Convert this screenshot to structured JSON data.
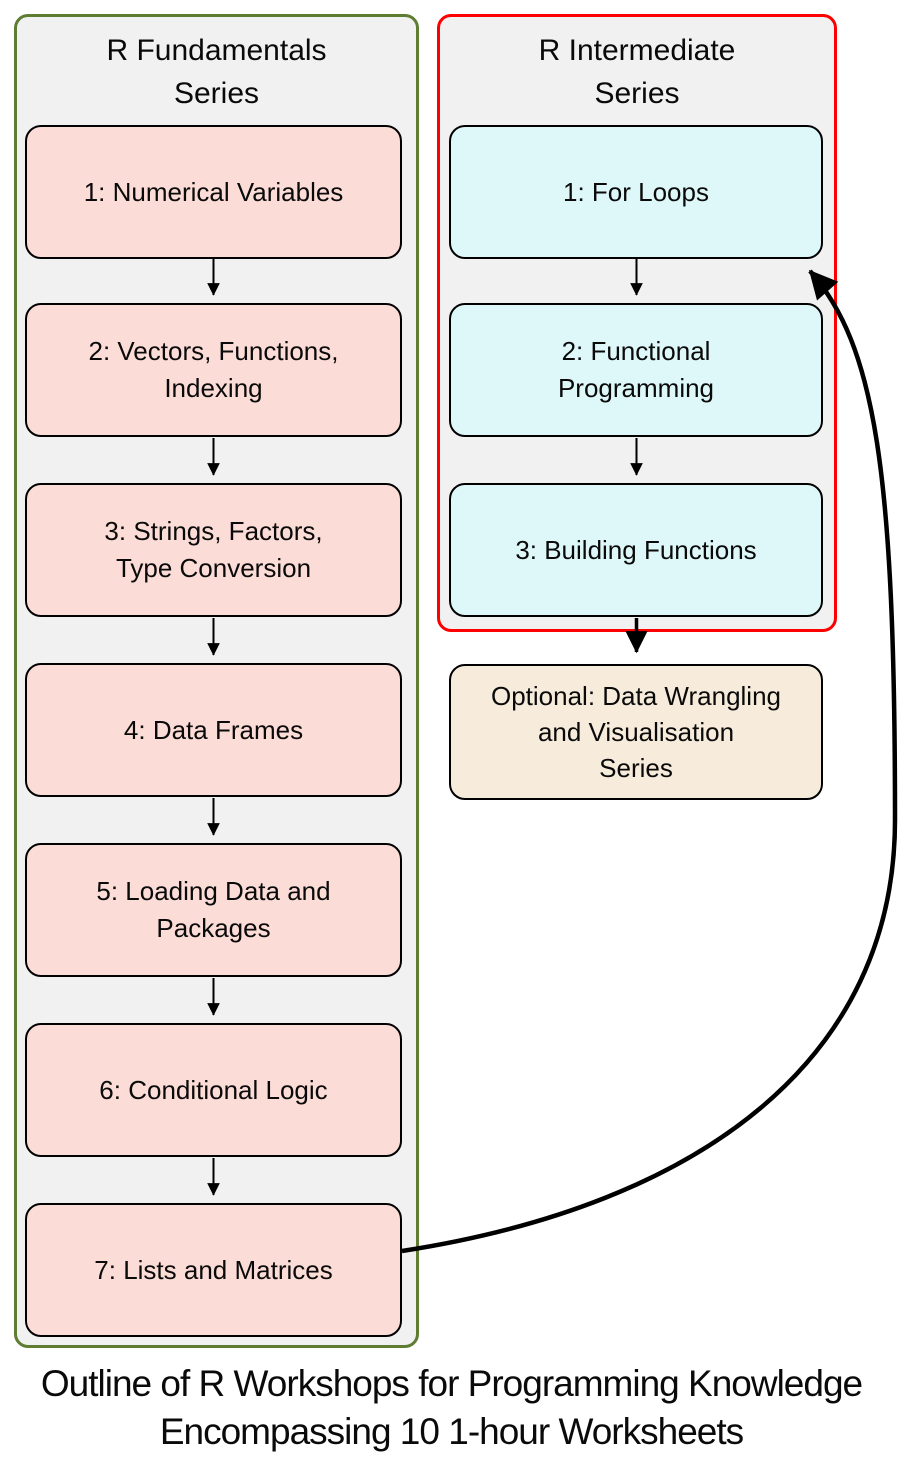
{
  "page": {
    "caption": "Outline of R Workshops for Programming Knowledge\nEncompassing 10 1-hour Worksheets"
  },
  "colors": {
    "fundamentals_border": "#5e7d33",
    "intermediate_border": "#ff0000",
    "container_fill": "#f1f1f1",
    "fundamentals_node_fill": "#fcdcd7",
    "intermediate_node_fill": "#def8f9",
    "optional_node_fill": "#f7ebdb",
    "node_border": "#000000",
    "arrow_color": "#000000"
  },
  "fundamentals": {
    "title": "R Fundamentals\nSeries",
    "nodes": [
      {
        "label": "1: Numerical Variables"
      },
      {
        "label": "2: Vectors, Functions,\nIndexing"
      },
      {
        "label": "3: Strings, Factors,\nType Conversion"
      },
      {
        "label": "4: Data Frames"
      },
      {
        "label": "5: Loading Data and\nPackages"
      },
      {
        "label": "6: Conditional Logic"
      },
      {
        "label": "7: Lists and Matrices"
      }
    ]
  },
  "intermediate": {
    "title": "R Intermediate\nSeries",
    "nodes": [
      {
        "label": "1: For Loops"
      },
      {
        "label": "2: Functional\nProgramming"
      },
      {
        "label": "3: Building Functions"
      }
    ]
  },
  "optional": {
    "label": "Optional: Data Wrangling\nand Visualisation\nSeries"
  }
}
